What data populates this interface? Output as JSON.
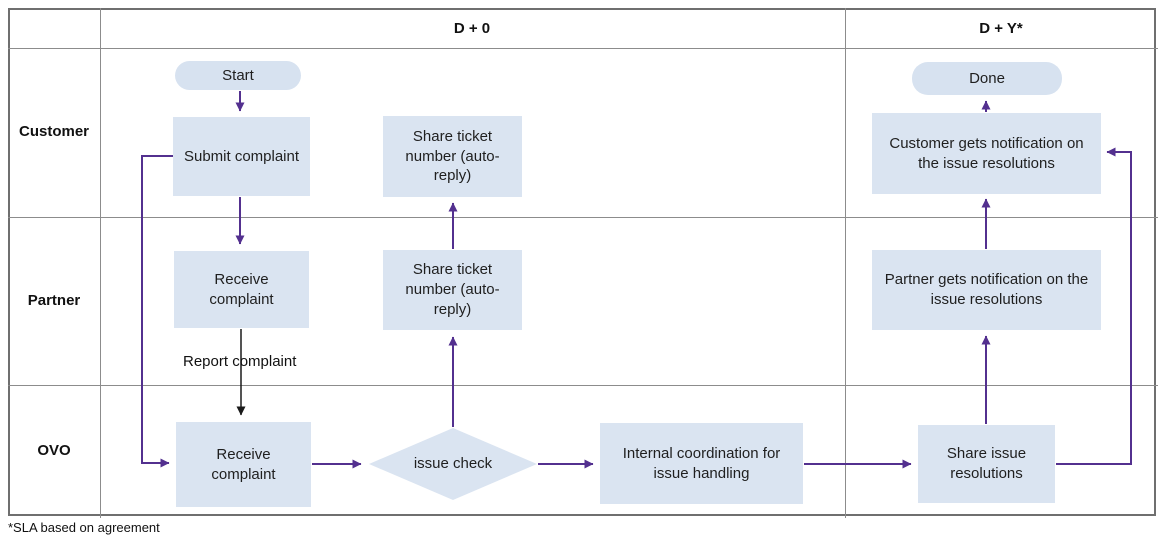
{
  "header": {
    "col_d0": "D + 0",
    "col_dy": "D + Y*"
  },
  "lanes": [
    {
      "label": "Customer"
    },
    {
      "label": "Partner"
    },
    {
      "label": "OVO"
    }
  ],
  "nodes": {
    "start": "Start",
    "submit_complaint": "Submit complaint",
    "share_ticket_customer": "Share ticket number (auto-reply)",
    "customer_notification": "Customer gets notification on the issue resolutions",
    "done": "Done",
    "receive_complaint_partner": "Receive complaint",
    "share_ticket_partner": "Share ticket number (auto-reply)",
    "partner_notification": "Partner gets notification on the issue resolutions",
    "receive_complaint_ovo": "Receive complaint",
    "issue_check": "issue check",
    "internal_coordination": "Internal coordination for issue handling",
    "share_resolutions": "Share issue resolutions"
  },
  "edge_labels": {
    "report_complaint": "Report complaint"
  },
  "footnote": "*SLA based on agreement",
  "colors": {
    "node_fill": "#dae4f1",
    "pill_fill": "#d7e2f0",
    "arrow_purple": "#53308f",
    "arrow_black": "#1a1a1a",
    "grid_gray": "#8c8c8c"
  }
}
